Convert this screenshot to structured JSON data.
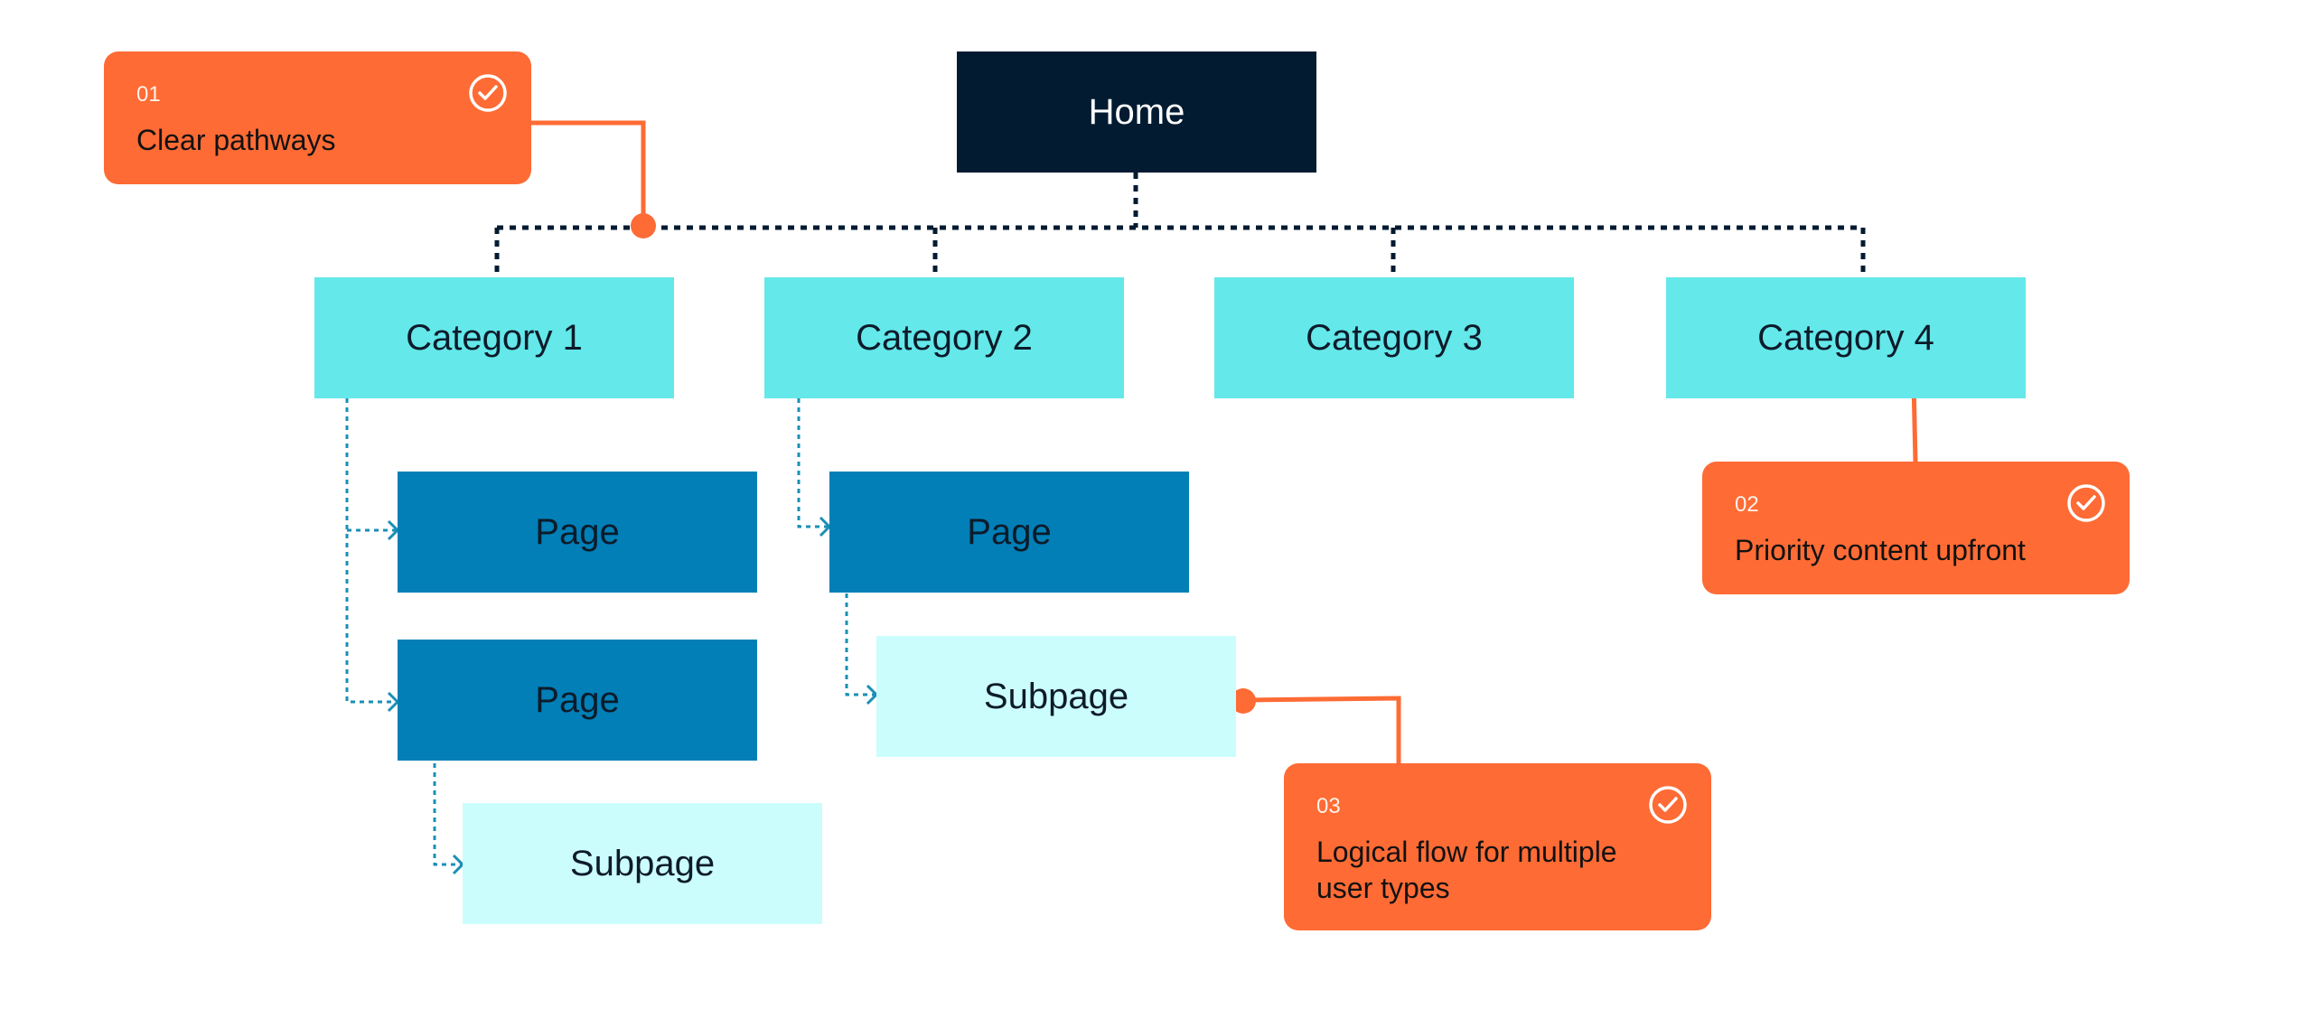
{
  "home": {
    "label": "Home"
  },
  "categories": [
    {
      "label": "Category 1"
    },
    {
      "label": "Category 2"
    },
    {
      "label": "Category 3"
    },
    {
      "label": "Category 4"
    }
  ],
  "pages": [
    {
      "label": "Page"
    },
    {
      "label": "Page"
    },
    {
      "label": "Page"
    }
  ],
  "subpages": [
    {
      "label": "Subpage"
    },
    {
      "label": "Subpage"
    }
  ],
  "callouts": [
    {
      "number": "01",
      "text": "Clear pathways"
    },
    {
      "number": "02",
      "text": "Priority content upfront"
    },
    {
      "number": "03",
      "text": "Logical flow for multiple user types"
    }
  ],
  "colors": {
    "home": "#021b31",
    "category": "#64e8ea",
    "page": "#017fb6",
    "subpage": "#ccfdfd",
    "callout": "#fe6b35",
    "hierarchy_line": "#021b31",
    "child_line": "#1a8fb5"
  }
}
